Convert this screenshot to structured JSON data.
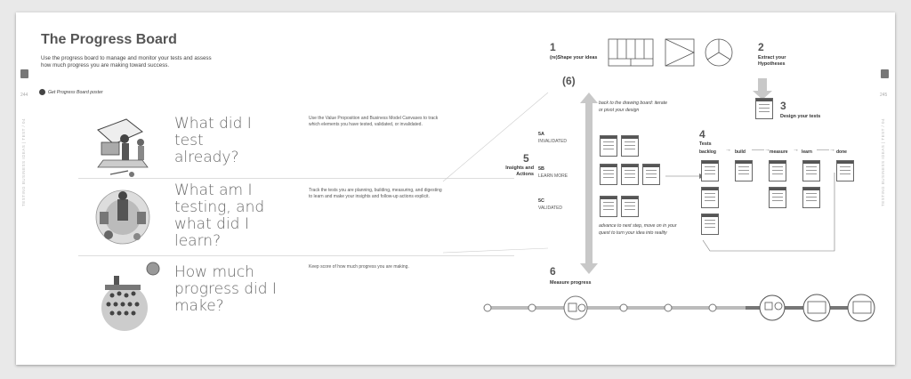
{
  "page": {
    "title": "The Progress Board",
    "intro": "Use the progress board to manage and monitor your tests and assess how much progress you are making toward success.",
    "poster_link": "Get Progress Board poster",
    "page_left": "244",
    "page_right": "245",
    "side_left": "TESTING BUSINESS IDEAS | TEST / 04",
    "side_right": "TESTING BUSINESS IDEAS | TEST / 04"
  },
  "questions": [
    {
      "q": "What did I test already?",
      "desc": "Use the Value Proposition and Business Model Canvases to track which elements you have tested, validated, or invalidated."
    },
    {
      "q": "What am I testing, and what did I learn?",
      "desc": "Track the tests you are planning, building, measuring, and digesting to learn and make your insights and follow-up actions explicit."
    },
    {
      "q": "How much progress did I make?",
      "desc": "Keep score of how much progress you are making."
    }
  ],
  "board": {
    "step1_num": "1",
    "step1_label": "(re)Shape your ideas",
    "step1_sub": "(6)",
    "step2_num": "2",
    "step2_label": "Extract your Hypotheses",
    "step3_num": "3",
    "step3_label": "Design your tests",
    "step4_num": "4",
    "step4_label": "Tests",
    "stages": [
      "backlog",
      "build",
      "measure",
      "learn",
      "done"
    ],
    "step5_num": "5",
    "step5_label": "Insights and Actions",
    "outcomes": [
      {
        "code": "5A",
        "label": "INVALIDATED"
      },
      {
        "code": "5B",
        "label": "LEARN MORE"
      },
      {
        "code": "5C",
        "label": "VALIDATED"
      }
    ],
    "note_back": "back to the drawing board: iterate or pivot your design",
    "note_advance": "advance to next step, move on in your quest to turn your idea into reality",
    "step6_num": "6",
    "step6_label": "Measure progress"
  }
}
